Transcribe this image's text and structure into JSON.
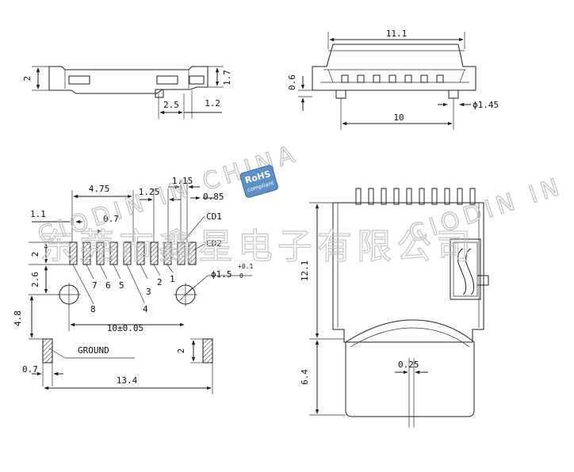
{
  "top_left_view": {
    "dims": [
      "2",
      "1.7",
      "2.5",
      "1.2"
    ]
  },
  "top_right_view": {
    "dims": [
      "11.1",
      "0.6",
      "10",
      "ϕ1.45"
    ]
  },
  "footprint_view": {
    "dims": [
      "4.75",
      "1.25",
      "1.15",
      "0.85",
      "1.1",
      "0.7",
      "2",
      "2.6",
      "4.8",
      "0.7",
      "13.4",
      "2"
    ],
    "tolerance_dim": "10±0.05",
    "hole_dia": "ϕ1.5",
    "hole_tol_plus": "+0.1",
    "hole_tol_minus": "0",
    "labels": {
      "cd1": "CD1",
      "cd2": "CD2",
      "ground": "GROUND"
    },
    "pins": [
      "8",
      "7",
      "6",
      "5",
      "4",
      "3",
      "2",
      "1"
    ]
  },
  "side_view": {
    "dims": [
      "12.1",
      "6.4",
      "0.25"
    ]
  },
  "watermark": {
    "line1": "CIODIN IN CHINA",
    "line2": "东莞市鑫星电子有限公司",
    "line3": "CIODIN IN"
  },
  "badge": {
    "line1": "RoHS",
    "line2": "compliant"
  }
}
